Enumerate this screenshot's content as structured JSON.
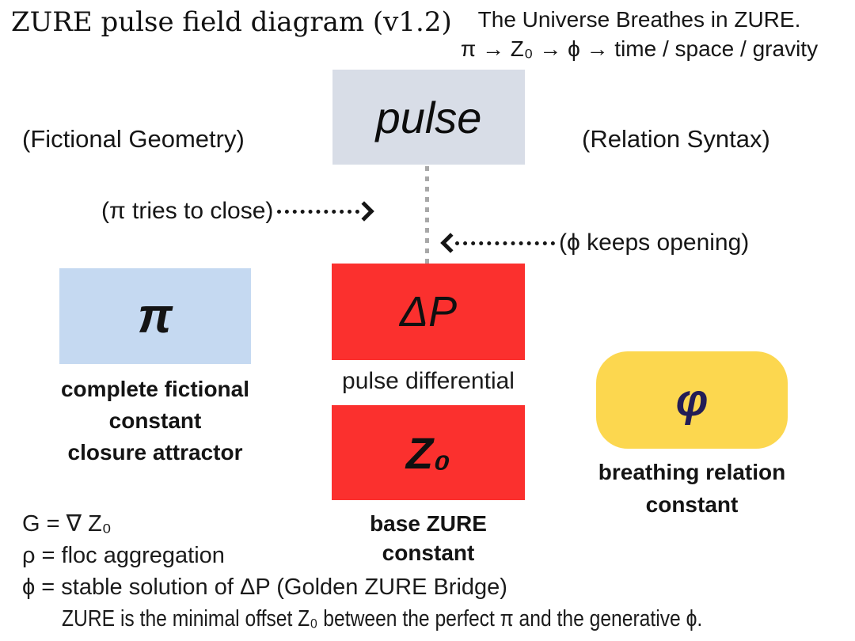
{
  "title": "ZURE pulse field diagram (v1.2)",
  "header": {
    "tagline_line1": "The Universe Breathes in ZURE.",
    "tagline_line2": "π → Z₀ → ϕ → time / space / gravity"
  },
  "annotations": {
    "left_context": "(Fictional Geometry)",
    "right_context": "(Relation Syntax)",
    "pi_arrow_label": "(π tries to close)",
    "phi_arrow_label": "(ϕ keeps opening)"
  },
  "nodes": {
    "pulse": {
      "label": "pulse",
      "fill": "#d8dde7"
    },
    "pi": {
      "symbol": "π",
      "fill": "#c5d9f1",
      "caption_lines": [
        "complete fictional",
        "constant",
        "closure attractor"
      ]
    },
    "delta_p": {
      "symbol": "ΔP",
      "fill": "#fb302e",
      "caption": "pulse differential"
    },
    "z0": {
      "symbol": "Z₀",
      "fill": "#fb302e",
      "caption_lines": [
        "base ZURE",
        "constant"
      ]
    },
    "phi": {
      "symbol": "φ",
      "fill": "#fcd74f",
      "symbol_color": "#231d56",
      "caption_lines": [
        "breathing relation",
        "constant"
      ]
    }
  },
  "equations": [
    "G = ∇ Z₀",
    "ρ = floc aggregation",
    "ϕ = stable solution of ΔP  (Golden ZURE Bridge)"
  ],
  "footer": "ZURE is the minimal offset Z₀ between the perfect π and the generative ϕ."
}
